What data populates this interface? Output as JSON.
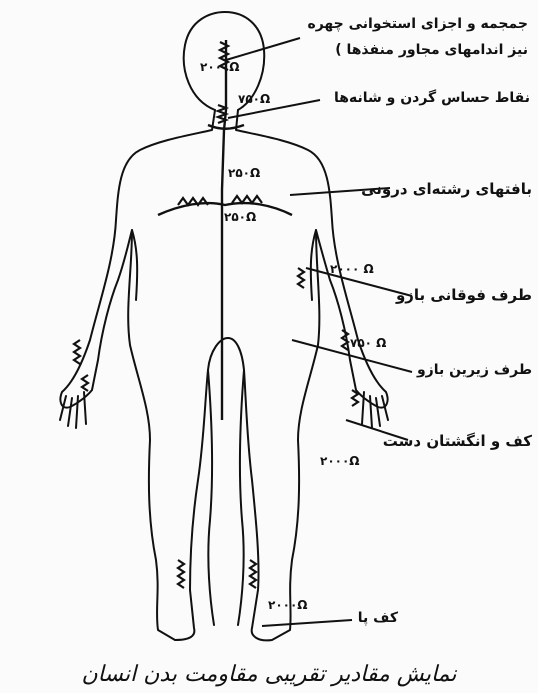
{
  "labels": {
    "face": "جمجمه و اجزای استخوانی چهره",
    "adjacent": "نیز اندامهای مجاور منفذها )",
    "neck": "نقاط حساس گردن و شانه‌ها",
    "tissue": "بافتهای رشته‌ای درونی",
    "upper_arm": "طرف فوقانی بازو",
    "lower_arm": "طرف زیرین بازو",
    "hand": "کف و انگشتان دست",
    "foot": "کف پا"
  },
  "values": {
    "head": "۲۰۰۰Ω",
    "neck": "۷۵۰Ω",
    "chest_upper": "۲۵۰Ω",
    "chest_lower": "۲۵۰Ω",
    "upper_arm": "۲۰۰۰ Ω",
    "lower_arm": "۷۵۰ Ω",
    "hand": "۲۰۰۰Ω",
    "foot": "۲۰۰۰Ω"
  },
  "caption": "نمایش مقادیر تقریبی مقاومت بدن انسان"
}
